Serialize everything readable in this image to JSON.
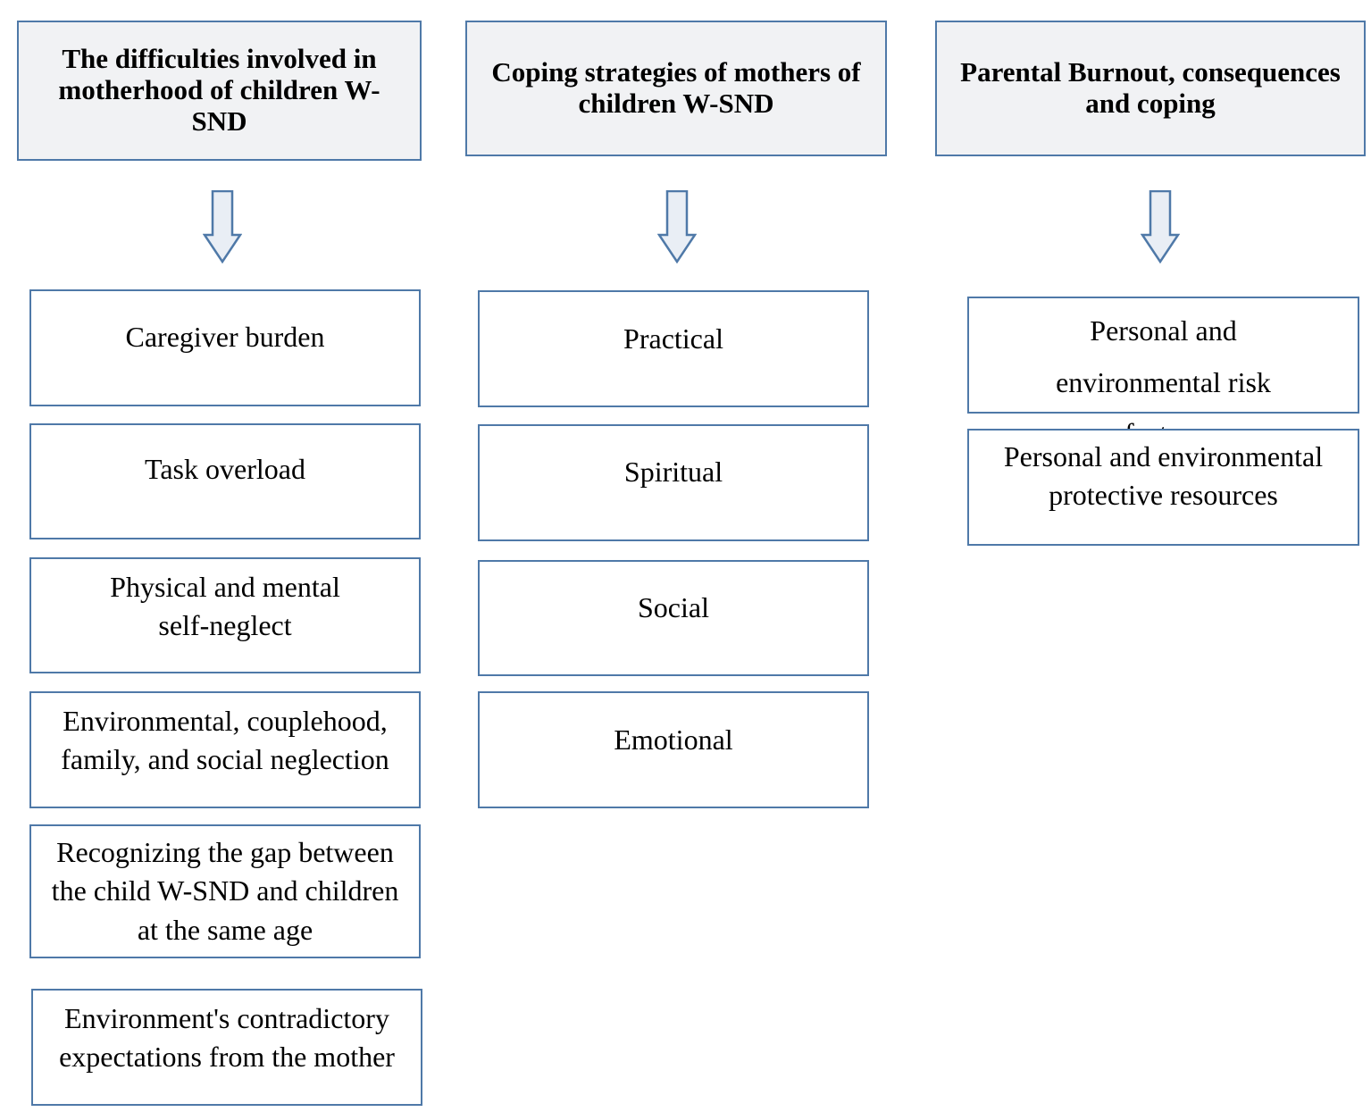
{
  "columns": [
    {
      "header": "The difficulties involved in motherhood of children W-SND",
      "items": [
        "Caregiver burden",
        "Task overload",
        "Physical and mental self-neglect",
        "Environmental, couplehood, family, and social neglection",
        "Recognizing the gap between the child W-SND and children at the same age",
        "Environment's contradictory expectations from the mother"
      ]
    },
    {
      "header": "Coping strategies of mothers of children W-SND",
      "items": [
        "Practical",
        "Spiritual",
        "Social",
        "Emotional"
      ]
    },
    {
      "header": "Parental Burnout, consequences and coping",
      "items": [
        "Personal and environmental risk factors",
        "Personal and environmental protective resources"
      ]
    }
  ],
  "colors": {
    "border": "#4f79a8",
    "header_fill": "#f1f2f4",
    "arrow_fill": "#e9eef5"
  }
}
